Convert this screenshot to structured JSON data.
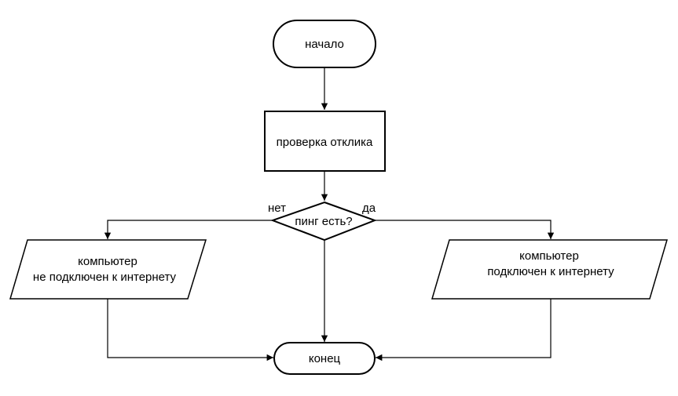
{
  "diagram": {
    "start": "начало",
    "process": "проверка отклика",
    "decision": "пинг есть?",
    "branch_no": "нет",
    "branch_yes": "да",
    "output_no": [
      "компьютер",
      "не подключен к интернету"
    ],
    "output_yes": [
      "компьютер",
      "подключен к интернету"
    ],
    "end": "конец"
  }
}
